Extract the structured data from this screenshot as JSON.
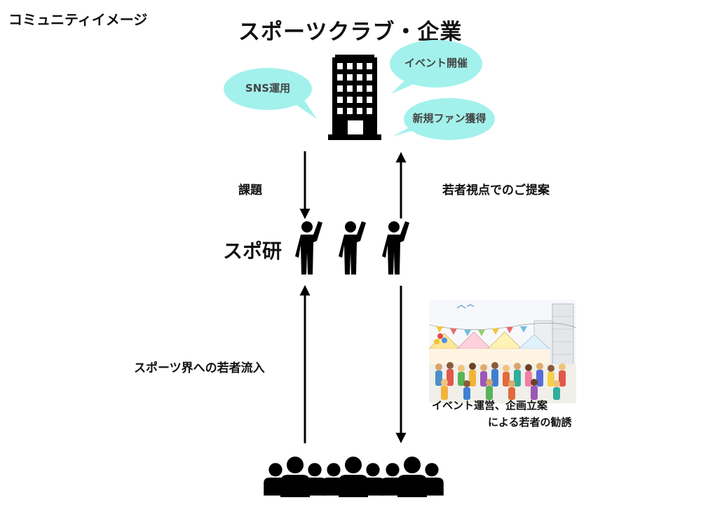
{
  "corner_title": "コミュニティイメージ",
  "top_title": "スポーツクラブ・企業",
  "bubbles": {
    "sns": "SNS運用",
    "event": "イベント開催",
    "fans": "新規ファン獲得"
  },
  "arrow_labels": {
    "issues": "課題",
    "proposal": "若者視点でのご提案",
    "inflow": "スポーツ界への若者流入"
  },
  "center_label": "スポ研",
  "photo_caption": {
    "line1": "イベント運営、企画立案",
    "line2": "による若者の勧誘"
  },
  "colors": {
    "bubble": "#a3f1ec",
    "ink": "#000000",
    "bubble_text": "#444444"
  }
}
